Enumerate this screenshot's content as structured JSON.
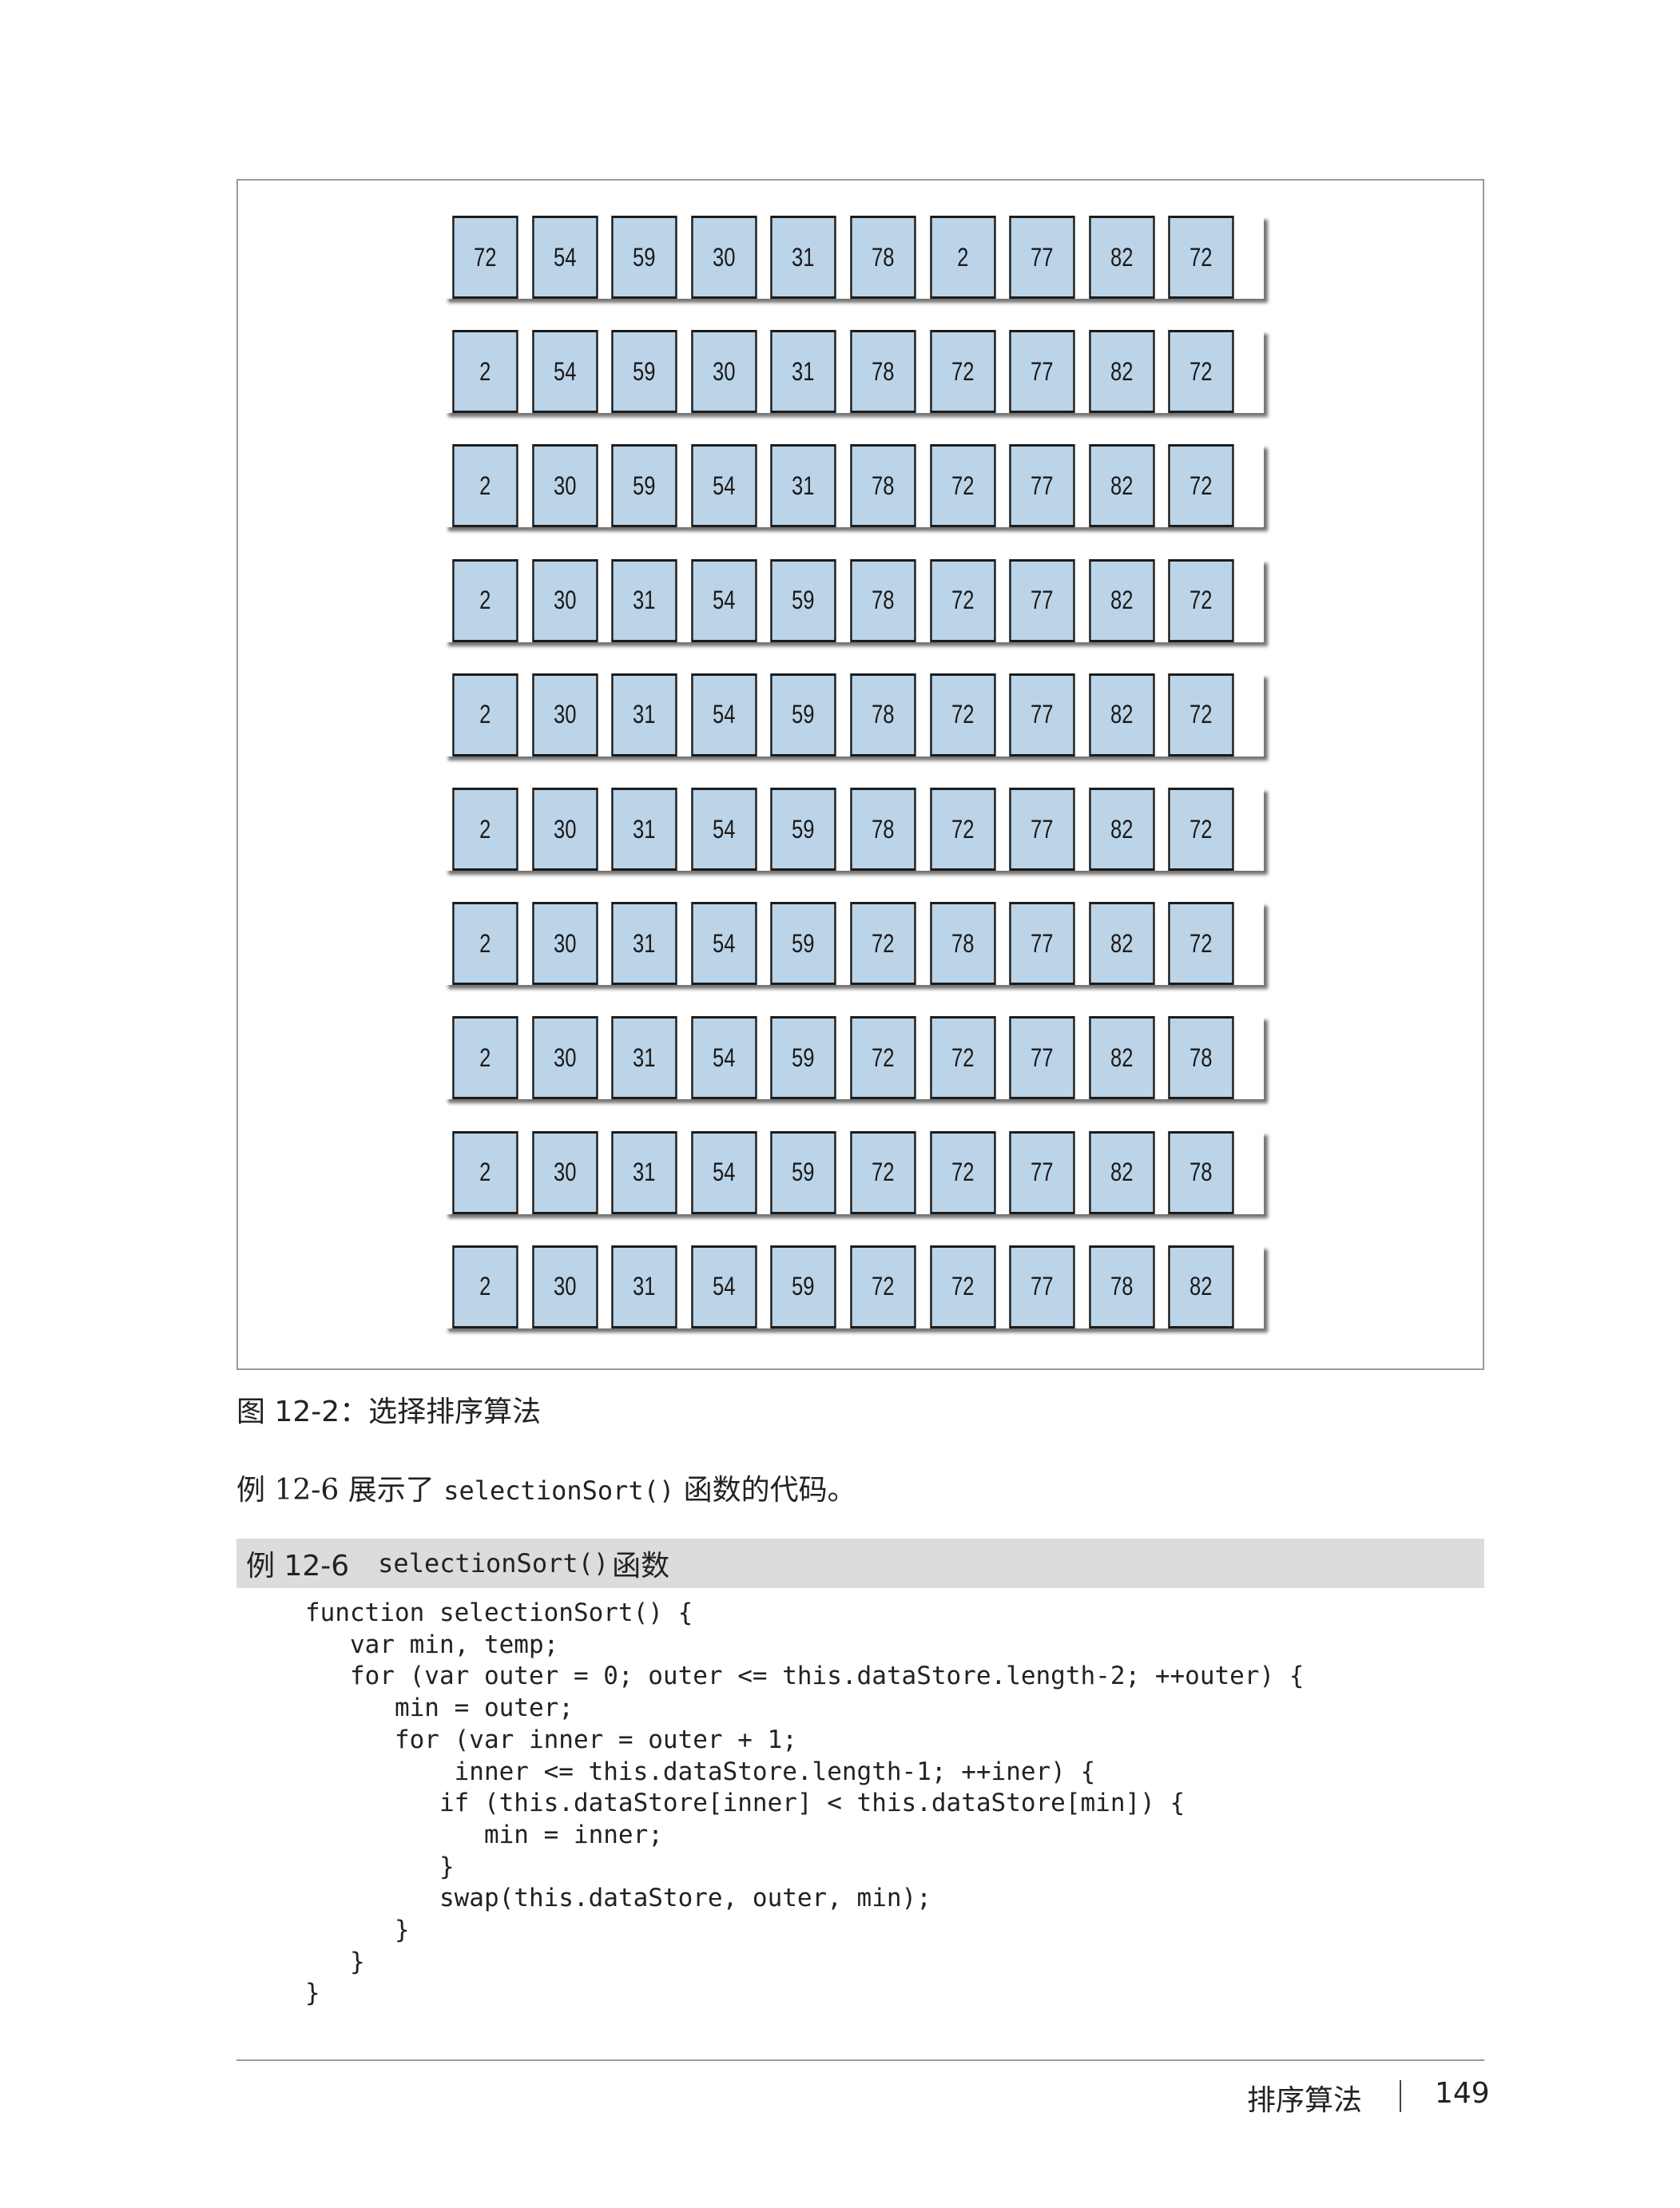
{
  "figure": {
    "caption": "图 12-2：选择排序算法",
    "rows": [
      [
        72,
        54,
        59,
        30,
        31,
        78,
        2,
        77,
        82,
        72
      ],
      [
        2,
        54,
        59,
        30,
        31,
        78,
        72,
        77,
        82,
        72
      ],
      [
        2,
        30,
        59,
        54,
        31,
        78,
        72,
        77,
        82,
        72
      ],
      [
        2,
        30,
        31,
        54,
        59,
        78,
        72,
        77,
        82,
        72
      ],
      [
        2,
        30,
        31,
        54,
        59,
        78,
        72,
        77,
        82,
        72
      ],
      [
        2,
        30,
        31,
        54,
        59,
        78,
        72,
        77,
        82,
        72
      ],
      [
        2,
        30,
        31,
        54,
        59,
        72,
        78,
        77,
        82,
        72
      ],
      [
        2,
        30,
        31,
        54,
        59,
        72,
        72,
        77,
        82,
        78
      ],
      [
        2,
        30,
        31,
        54,
        59,
        72,
        72,
        77,
        82,
        78
      ],
      [
        2,
        30,
        31,
        54,
        59,
        72,
        72,
        77,
        78,
        82
      ]
    ],
    "colors": {
      "cell_fill": "#bcd4e8",
      "cell_border": "#1c1c1c"
    }
  },
  "paragraph": {
    "prefix": "例 12-6 展示了 ",
    "code": "selectionSort()",
    "suffix": " 函数的代码。"
  },
  "example": {
    "label": "例 12-6",
    "title_code": "selectionSort()",
    "title_suffix": " 函数",
    "code": "function selectionSort() {\n   var min, temp;\n   for (var outer = 0; outer <= this.dataStore.length-2; ++outer) {\n      min = outer;\n      for (var inner = outer + 1;\n          inner <= this.dataStore.length-1; ++iner) {\n         if (this.dataStore[inner] < this.dataStore[min]) {\n            min = inner;\n         }\n         swap(this.dataStore, outer, min);\n      }\n   }\n}"
  },
  "footer": {
    "chapter": "排序算法",
    "page_number": "149"
  }
}
